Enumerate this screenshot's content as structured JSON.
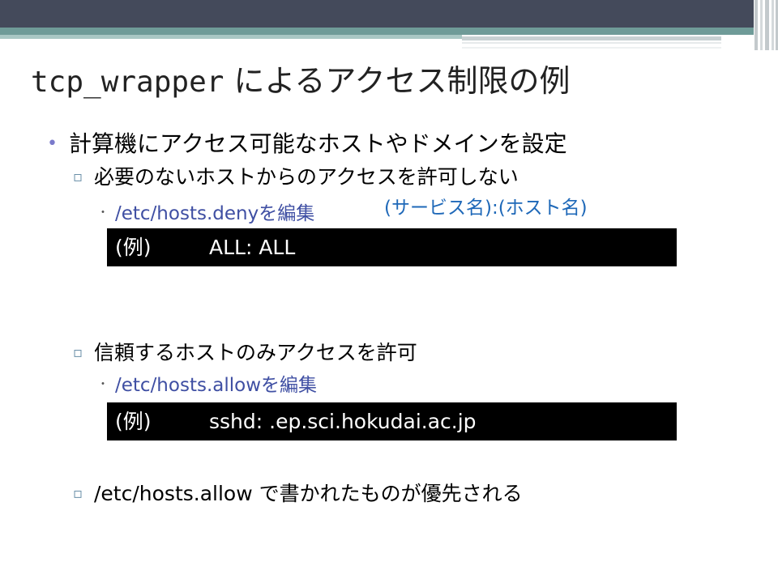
{
  "slide": {
    "title_mono": "tcp_wrapper",
    "title_rest": " によるアクセス制限の例",
    "bullet_main_symbol": "•",
    "bullet_sub_symbol": "▫",
    "bullet_dot_symbol": "・",
    "items": {
      "main": "計算機にアクセス可能なホストやドメインを設定",
      "deny_heading": "必要のないホストからのアクセスを許可しない",
      "deny_file": "/etc/hosts.denyを編集",
      "annotation": "(サービス名):(ホスト名)",
      "deny_example_label": "(例)",
      "deny_example_cmd": "ALL: ALL",
      "allow_heading": "信頼するホストのみアクセスを許可",
      "allow_file": "/etc/hosts.allowを編集",
      "allow_example_label": "(例)",
      "allow_example_cmd": "sshd: .ep.sci.hokudai.ac.jp",
      "priority_note": "/etc/hosts.allow で書かれたものが優先される"
    },
    "colors": {
      "header_band": "#444a5b",
      "accent_teal": "#6f9b98",
      "bullet": "#7a7acb",
      "file_text": "#3f4fa3",
      "annotation": "#1e68b8",
      "code_bg": "#000000",
      "code_text": "#ffffff"
    }
  }
}
